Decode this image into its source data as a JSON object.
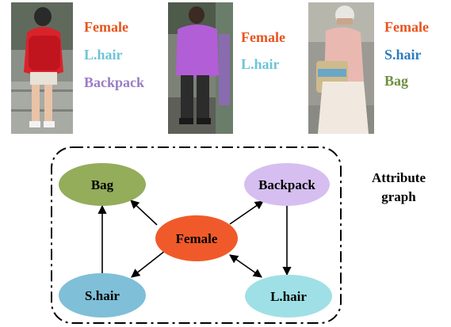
{
  "samples": [
    {
      "labels": [
        {
          "text": "Female",
          "color": "#e8541e"
        },
        {
          "text": "L.hair",
          "color": "#6cc5d6"
        },
        {
          "text": "Backpack",
          "color": "#9b7cc4"
        }
      ]
    },
    {
      "labels": [
        {
          "text": "Female",
          "color": "#e8541e"
        },
        {
          "text": "L.hair",
          "color": "#6cc5d6"
        }
      ]
    },
    {
      "labels": [
        {
          "text": "Female",
          "color": "#e8541e"
        },
        {
          "text": "S.hair",
          "color": "#2c7bbf"
        },
        {
          "text": "Bag",
          "color": "#6e8f3e"
        }
      ]
    }
  ],
  "graph": {
    "title_line1": "Attribute",
    "title_line2": "graph",
    "nodes": {
      "bag": {
        "label": "Bag",
        "fill": "#93ad5b"
      },
      "backpack": {
        "label": "Backpack",
        "fill": "#d6bff0"
      },
      "female": {
        "label": "Female",
        "fill": "#f05a2a"
      },
      "shair": {
        "label": "S.hair",
        "fill": "#7fbfd8"
      },
      "lhair": {
        "label": "L.hair",
        "fill": "#9fe0e6"
      }
    }
  }
}
